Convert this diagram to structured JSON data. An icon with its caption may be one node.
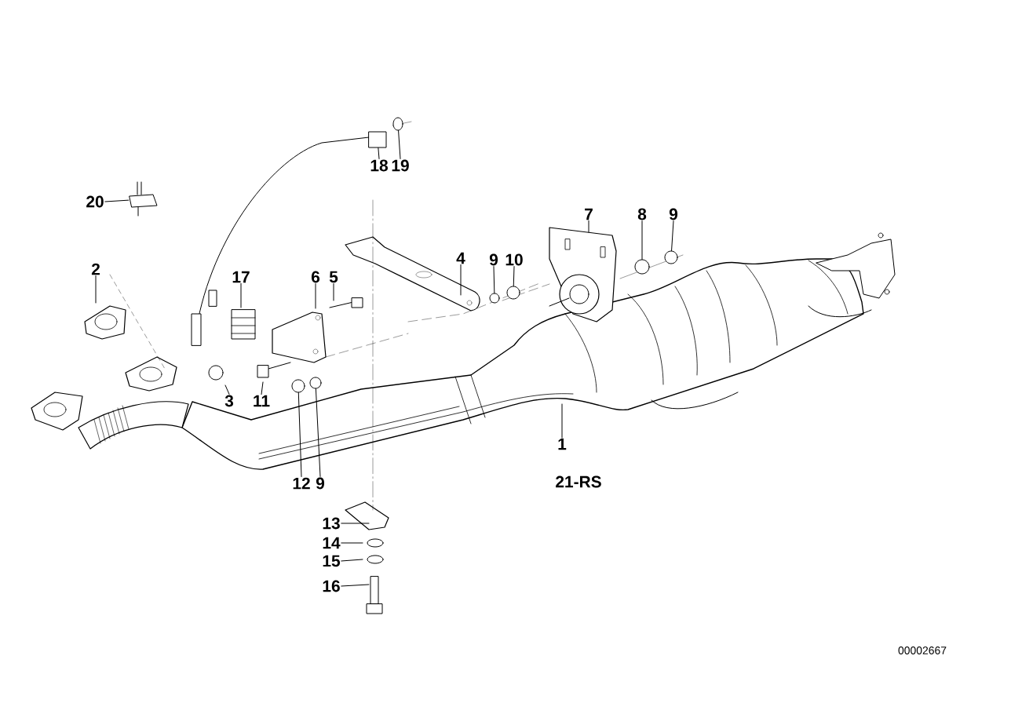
{
  "diagram": {
    "nodes": [
      {
        "text": [
          "1"
        ]
      },
      {
        "text": [
          "2"
        ]
      },
      {
        "text": [
          "3"
        ]
      },
      {
        "text": [
          "4"
        ]
      },
      {
        "text": [
          "5"
        ]
      },
      {
        "text": [
          "6"
        ]
      },
      {
        "text": [
          "7"
        ]
      },
      {
        "text": [
          "8"
        ]
      },
      {
        "text": [
          "9"
        ]
      },
      {
        "text": [
          "9"
        ]
      },
      {
        "text": [
          "10"
        ]
      },
      {
        "text": [
          "11"
        ]
      },
      {
        "text": [
          "12"
        ]
      },
      {
        "text": [
          "9"
        ]
      },
      {
        "text": [
          "13"
        ]
      },
      {
        "text": [
          "14"
        ]
      },
      {
        "text": [
          "15"
        ]
      },
      {
        "text": [
          "16"
        ]
      },
      {
        "text": [
          "17"
        ]
      },
      {
        "text": [
          "18"
        ]
      },
      {
        "text": [
          "19"
        ]
      },
      {
        "text": [
          "20"
        ]
      },
      {
        "text": [],
        "shape": "circle"
      },
      {
        "text": [],
        "shape": "circle"
      },
      {
        "text": [],
        "shape": "box"
      },
      {
        "text": [],
        "shape": "circle"
      },
      {
        "text": [],
        "shape": "circle"
      },
      {
        "text": [],
        "shape": "circle"
      },
      {
        "text": [],
        "shape": "circle"
      },
      {
        "text": [],
        "shape": "circle"
      },
      {
        "text": [],
        "shape": "picture"
      }
    ],
    "edges": [
      {
        "from": 0,
        "to": null,
        "arrow": "none"
      },
      {
        "from": 1,
        "to": null,
        "arrow": "none"
      },
      {
        "from": 2,
        "to": null,
        "arrow": "none"
      },
      {
        "from": 3,
        "to": null,
        "arrow": "none"
      },
      {
        "from": 4,
        "to": null,
        "arrow": "none"
      },
      {
        "from": 5,
        "to": null,
        "arrow": "none"
      },
      {
        "from": 6,
        "to": null,
        "arrow": "none"
      },
      {
        "from": 7,
        "to": 27,
        "arrow": "none"
      },
      {
        "from": 8,
        "to": 28,
        "arrow": "none"
      },
      {
        "from": 9,
        "to": 25,
        "arrow": "none"
      },
      {
        "from": 10,
        "to": 26,
        "arrow": "none"
      },
      {
        "from": 11,
        "to": null,
        "arrow": "none"
      },
      {
        "from": 12,
        "to": 22,
        "arrow": "none"
      },
      {
        "from": 13,
        "to": 23,
        "arrow": "none"
      },
      {
        "from": 14,
        "to": null,
        "arrow": "none"
      },
      {
        "from": 15,
        "to": null,
        "arrow": "none"
      },
      {
        "from": 16,
        "to": null,
        "arrow": "none"
      },
      {
        "from": 17,
        "to": null,
        "arrow": "none"
      },
      {
        "from": 18,
        "to": null,
        "arrow": "none"
      },
      {
        "from": 19,
        "to": 24,
        "arrow": "none"
      },
      {
        "from": 20,
        "to": 29,
        "arrow": "none"
      },
      {
        "from": 21,
        "to": 30,
        "arrow": "none"
      }
    ],
    "labels": [
      "21-RS",
      "00002667"
    ]
  }
}
